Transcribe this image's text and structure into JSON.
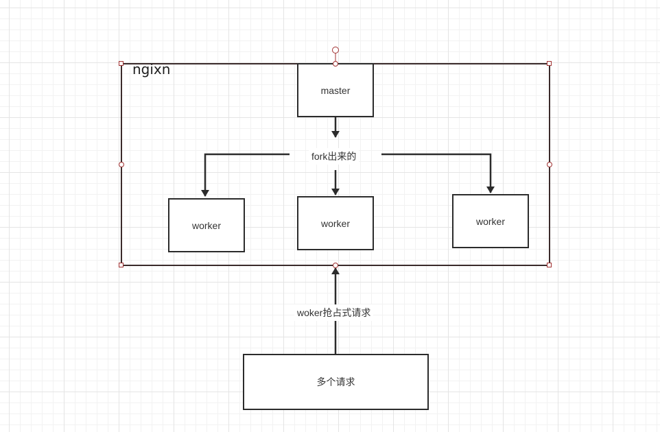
{
  "container": {
    "title": "ngixn"
  },
  "nodes": {
    "master": "master",
    "worker_left": "worker",
    "worker_mid": "worker",
    "worker_right": "worker",
    "requests": "多个请求"
  },
  "edges": {
    "fork_label": "fork出来的",
    "compete_label": "woker抢占式请求"
  },
  "colors": {
    "stroke": "#2b2b2b",
    "container_border": "#3a2a2a",
    "handle_border": "#a03030"
  }
}
